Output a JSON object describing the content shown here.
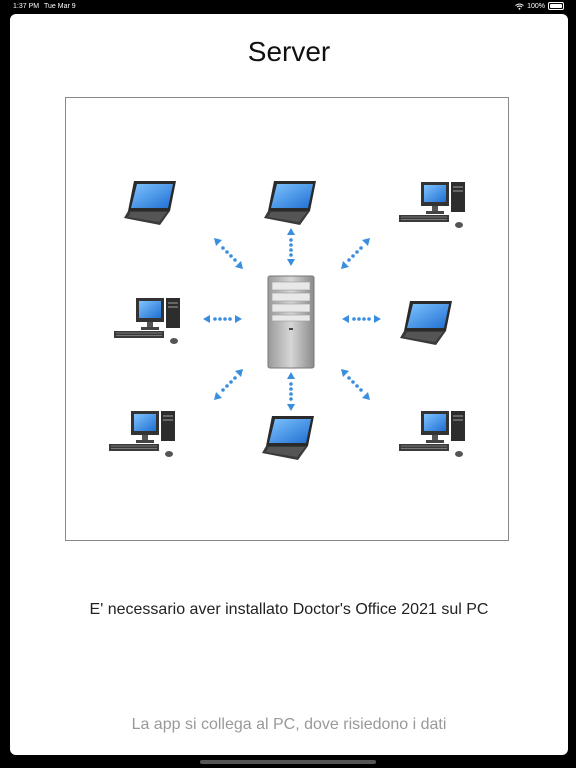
{
  "status_bar": {
    "time": "1:37 PM",
    "date": "Tue Mar 9",
    "battery": "100%"
  },
  "page": {
    "title": "Server",
    "info_text": "E' necessario aver installato Doctor's Office 2021 sul PC",
    "footer_text": "La app si collega al PC, dove risiedono i dati"
  },
  "diagram": {
    "center": "server-tower",
    "nodes": [
      "laptop",
      "laptop",
      "desktop",
      "desktop",
      "laptop",
      "desktop",
      "laptop",
      "desktop"
    ],
    "arrow_color": "#3a8ee0"
  }
}
